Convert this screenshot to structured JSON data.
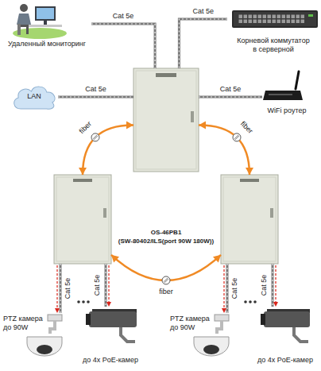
{
  "diagram": {
    "nodes": [
      {
        "text": [
          "Удаленный мониторинг"
        ]
      },
      {
        "text": [
          "Корневой коммутатор в серверной"
        ]
      },
      {
        "text": [
          "LAN"
        ]
      },
      {
        "text": []
      },
      {
        "text": [
          "WiFi роутер"
        ]
      },
      {
        "text": []
      },
      {
        "text": []
      },
      {
        "text": [
          "PTZ камера до 90W"
        ]
      },
      {
        "text": [
          "до 4х PoE-камер"
        ]
      },
      {
        "text": [
          "PTZ камера до 90W"
        ]
      },
      {
        "text": [
          "до 4х PoE-камер"
        ]
      }
    ],
    "edges": [
      {
        "from": 0,
        "to": 3,
        "label": "Cat 5e",
        "arrow": "none"
      },
      {
        "from": 1,
        "to": 3,
        "label": "Cat 5e",
        "arrow": "none"
      },
      {
        "from": 2,
        "to": 3,
        "label": "Cat 5e",
        "arrow": "none"
      },
      {
        "from": 3,
        "to": 4,
        "label": "Cat 5e",
        "arrow": "none"
      },
      {
        "from": 3,
        "to": 5,
        "label": "fiber",
        "arrow": "both"
      },
      {
        "from": 3,
        "to": 6,
        "label": "fiber",
        "arrow": "both"
      },
      {
        "from": 5,
        "to": 6,
        "label": "fiber",
        "arrow": "both"
      },
      {
        "from": 5,
        "to": 7,
        "label": "Cat 5e",
        "arrow": "to"
      },
      {
        "from": 5,
        "to": 8,
        "label": "Cat 5e",
        "arrow": "to"
      },
      {
        "from": 6,
        "to": 9,
        "label": "Cat 5e",
        "arrow": "to"
      },
      {
        "from": 6,
        "to": 10,
        "label": "Cat 5e",
        "arrow": "to"
      }
    ],
    "labels": [
      "OS-46PB1",
      "(SW-80402/ILS(port 90W 180W))"
    ]
  }
}
